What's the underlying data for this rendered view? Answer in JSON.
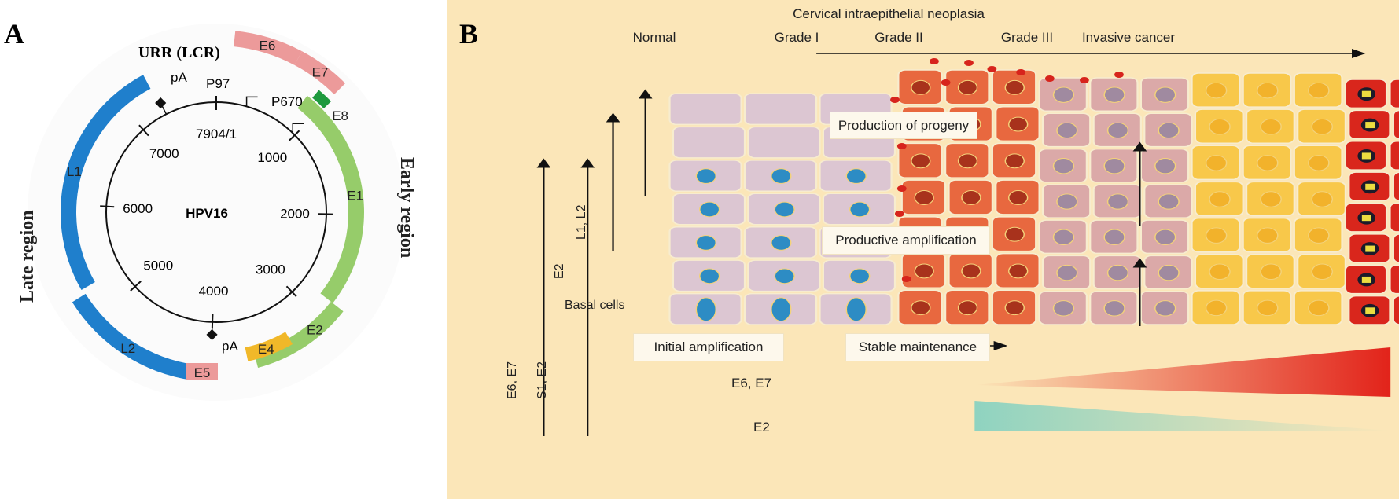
{
  "panel_a": {
    "label": "A",
    "genome_name": "HPV16",
    "urr_label": "URR (LCR)",
    "late_region_label": "Late region",
    "early_region_label": "Early region",
    "ticks": [
      "7904/1",
      "1000",
      "2000",
      "3000",
      "4000",
      "5000",
      "6000",
      "7000"
    ],
    "promoters": [
      "P97",
      "P670"
    ],
    "polya": [
      "pA",
      "pA"
    ],
    "genes": [
      {
        "name": "L1",
        "color": "#1f7fcc"
      },
      {
        "name": "L2",
        "color": "#1f7fcc"
      },
      {
        "name": "E1",
        "color": "#96cc6a"
      },
      {
        "name": "E2",
        "color": "#96cc6a"
      },
      {
        "name": "E4",
        "color": "#f1b829"
      },
      {
        "name": "E5",
        "color": "#ec9a9a"
      },
      {
        "name": "E6",
        "color": "#ec9a9a"
      },
      {
        "name": "E7",
        "color": "#ec9a9a"
      },
      {
        "name": "E8",
        "color": "#1e9a3e"
      }
    ]
  },
  "panel_b": {
    "label": "B",
    "title": "Cervical intraepithelial neoplasia",
    "stages": [
      "Normal",
      "Grade I",
      "Grade II",
      "Grade III",
      "Invasive cancer"
    ],
    "boxes": [
      "Production of progeny",
      "Productive amplification",
      "Initial amplification",
      "Stable maintenance"
    ],
    "basal_label": "Basal cells",
    "expression_arrows": [
      "E6, E7",
      "S1, E2",
      "E2",
      "L1, L2"
    ],
    "gradients": [
      {
        "label": "E6, E7",
        "color": "#e2231a"
      },
      {
        "label": "E2",
        "color": "#8fd3c0"
      }
    ],
    "colors": {
      "background": "#fbe6b8",
      "normal": "#dcc6d2",
      "grade1": "#e8683f",
      "grade2": "#dba9a8",
      "grade3": "#f8c84a",
      "cancer": "#d9261c"
    }
  }
}
